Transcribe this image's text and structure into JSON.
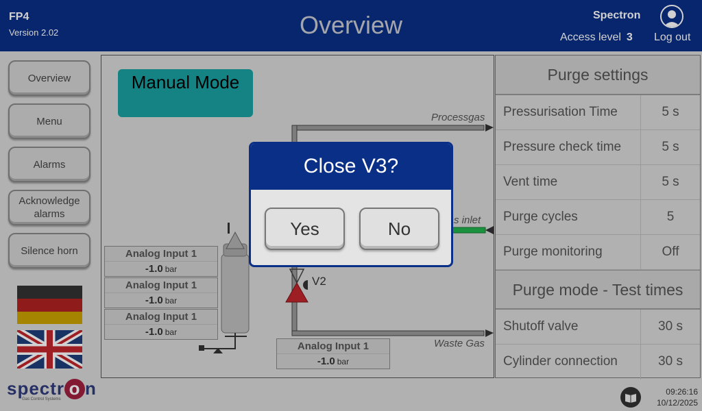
{
  "header": {
    "app_name": "FP4",
    "version": "Version 2.02",
    "title": "Overview",
    "brand": "Spectron",
    "access_label": "Access level",
    "access_value": "3",
    "logout": "Log out"
  },
  "nav": {
    "items": [
      "Overview",
      "Menu",
      "Alarms",
      "Acknowledge alarms",
      "Silence horn"
    ],
    "flags": [
      "german-flag-icon",
      "uk-flag-icon"
    ]
  },
  "logo": {
    "text_pre": "spectr",
    "text_o": "o",
    "text_post": "n",
    "tagline": "Gas Control Systems"
  },
  "diagram": {
    "mode": "Manual Mode",
    "pipes": {
      "processgas": "Processgas",
      "gas_inlet": "Gas inlet",
      "waste_gas": "Waste Gas"
    },
    "valve_label": "V2",
    "analog_inputs": [
      {
        "title": "Analog Input 1",
        "value": "-1.0",
        "unit": "bar"
      },
      {
        "title": "Analog Input 1",
        "value": "-1.0",
        "unit": "bar"
      },
      {
        "title": "Analog Input 1",
        "value": "-1.0",
        "unit": "bar"
      },
      {
        "title": "Analog Input 1",
        "value": "-1.0",
        "unit": "bar"
      }
    ]
  },
  "settings": {
    "purge_title": "Purge settings",
    "purge_rows": [
      {
        "label": "Pressurisation Time",
        "value": "5 s"
      },
      {
        "label": "Pressure check time",
        "value": "5 s"
      },
      {
        "label": "Vent time",
        "value": "5 s"
      },
      {
        "label": "Purge cycles",
        "value": "5"
      },
      {
        "label": "Purge monitoring",
        "value": "Off"
      }
    ],
    "test_title": "Purge mode - Test times",
    "test_rows": [
      {
        "label": "Shutoff valve",
        "value": "30 s"
      },
      {
        "label": "Cylinder connection",
        "value": "30 s"
      }
    ]
  },
  "footer": {
    "time": "09:26:16",
    "date": "10/12/2025"
  },
  "dialog": {
    "title": "Close V3?",
    "yes": "Yes",
    "no": "No"
  },
  "colors": {
    "header": "#0a2f86",
    "manual_mode": "#1aa0a0",
    "valve_red": "#c0272d",
    "inlet_green": "#22b14c"
  }
}
